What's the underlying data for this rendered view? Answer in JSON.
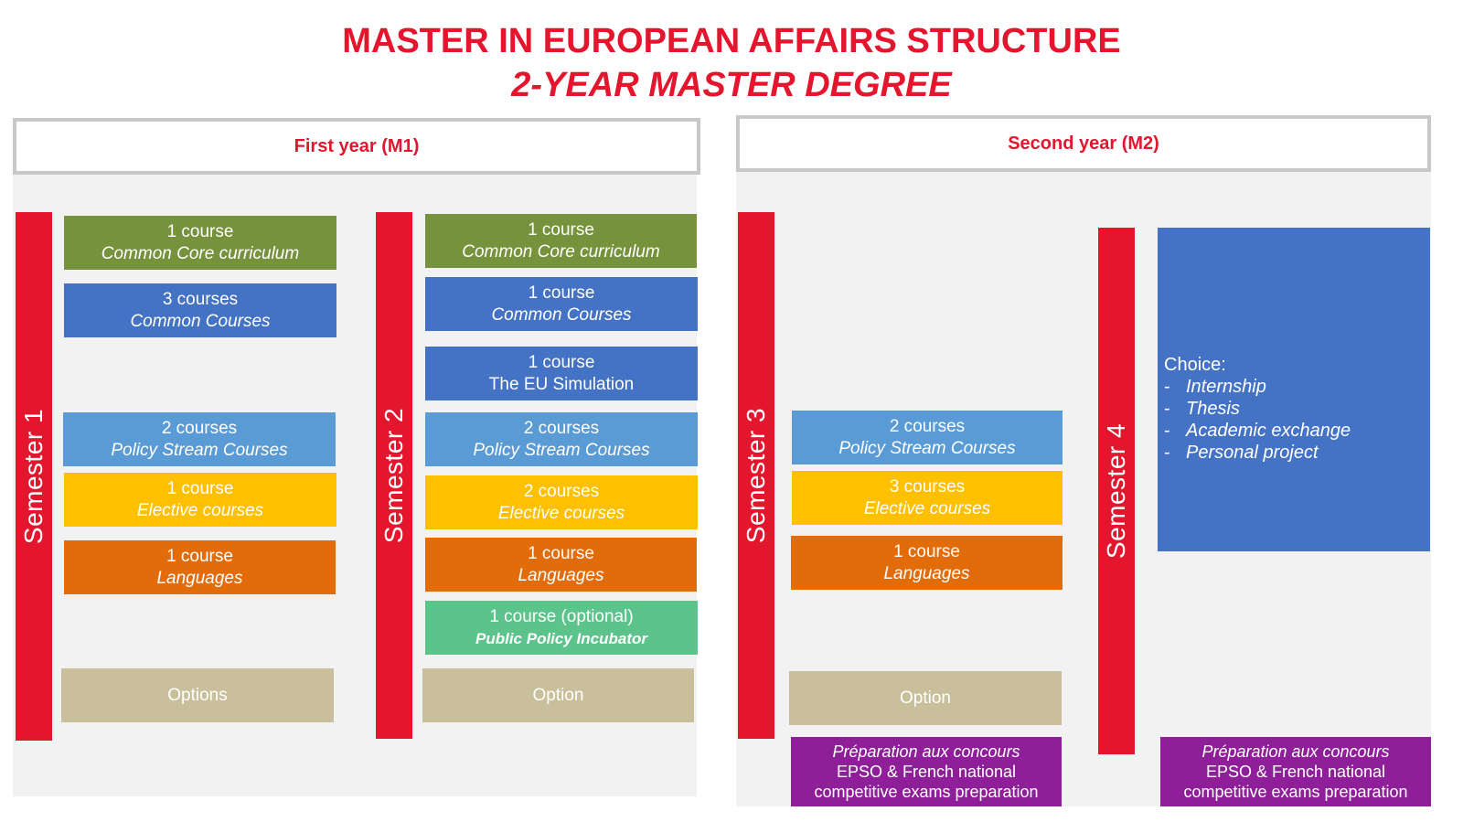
{
  "title": {
    "line1": "MASTER IN EUROPEAN AFFAIRS STRUCTURE",
    "line2": "2-YEAR MASTER DEGREE"
  },
  "years": [
    {
      "label": "First year (M1)"
    },
    {
      "label": "Second year (M2)"
    }
  ],
  "semesters": [
    {
      "label": "Semester 1",
      "boxes": [
        {
          "count": "1 course",
          "name": "Common Core curriculum"
        },
        {
          "count": "3 courses",
          "name": "Common Courses"
        },
        {
          "count": "2 courses",
          "name": "Policy Stream Courses"
        },
        {
          "count": "1 course",
          "name": "Elective courses"
        },
        {
          "count": "1 course",
          "name": "Languages"
        },
        {
          "count": "Options"
        }
      ]
    },
    {
      "label": "Semester 2",
      "boxes": [
        {
          "count": "1 course",
          "name": "Common Core curriculum"
        },
        {
          "count": "1 course",
          "name": "Common Courses"
        },
        {
          "count": "1 course",
          "name": "The EU Simulation"
        },
        {
          "count": "2 courses",
          "name": "Policy Stream Courses"
        },
        {
          "count": "2 courses",
          "name": "Elective courses"
        },
        {
          "count": "1 course",
          "name": "Languages"
        },
        {
          "count": "1 course (optional)",
          "name": "Public Policy Incubator"
        },
        {
          "count": "Option"
        }
      ]
    },
    {
      "label": "Semester 3",
      "boxes": [
        {
          "count": "2 courses",
          "name": "Policy Stream Courses"
        },
        {
          "count": "3 courses",
          "name": "Elective courses"
        },
        {
          "count": "1 course",
          "name": "Languages"
        },
        {
          "count": "Option"
        },
        {
          "line1": "Préparation aux concours",
          "line2": "EPSO & French national",
          "line3": "competitive exams preparation"
        }
      ]
    },
    {
      "label": "Semester 4",
      "choice": {
        "heading": "Choice:",
        "items": [
          "Internship",
          "Thesis",
          "Academic exchange",
          "Personal project"
        ]
      },
      "boxes": [
        {
          "line1": "Préparation aux concours",
          "line2": "EPSO & French national",
          "line3": "competitive exams preparation"
        }
      ]
    }
  ]
}
